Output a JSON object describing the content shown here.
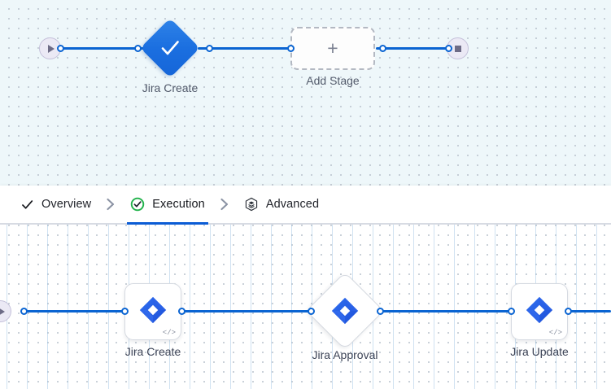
{
  "pipeline_top": {
    "start_node": {
      "icon": "play-icon",
      "name": "pipeline-start"
    },
    "end_node": {
      "icon": "stop-icon",
      "name": "pipeline-end"
    },
    "stages": [
      {
        "label": "Jira Create",
        "icon": "check-icon",
        "type": "approval-diamond",
        "state": "completed"
      },
      {
        "label": "Add Stage",
        "icon": "plus-icon",
        "type": "add-placeholder"
      }
    ]
  },
  "tabs": {
    "items": [
      {
        "label": "Overview",
        "icon": "check-icon",
        "active": false
      },
      {
        "label": "Execution",
        "icon": "check-circle-green-icon",
        "active": true
      },
      {
        "label": "Advanced",
        "icon": "layers-hexagon-icon",
        "active": false
      }
    ],
    "separator_icon": "chevron-right-icon",
    "active_underline_color": "#0b5cd5",
    "status_icon_color": "#21b24b"
  },
  "pipeline_bottom": {
    "start_node": {
      "icon": "play-icon",
      "name": "execution-start"
    },
    "steps": [
      {
        "label": "Jira Create",
        "icon": "jira-icon",
        "badge": "</>",
        "shape": "rounded-rect"
      },
      {
        "label": "Jira Approval",
        "icon": "jira-icon",
        "badge": "",
        "shape": "diamond"
      },
      {
        "label": "Jira Update",
        "icon": "jira-icon",
        "badge": "</>",
        "shape": "rounded-rect"
      }
    ]
  },
  "colors": {
    "edge": "#0a64d2",
    "accent": "#0b5cd5",
    "jira_blue": "#2563eb",
    "canvas_top_bg": "#eef7fa",
    "canvas_bottom_bg": "#ffffff",
    "terminal_bg": "#ebe9f5"
  }
}
